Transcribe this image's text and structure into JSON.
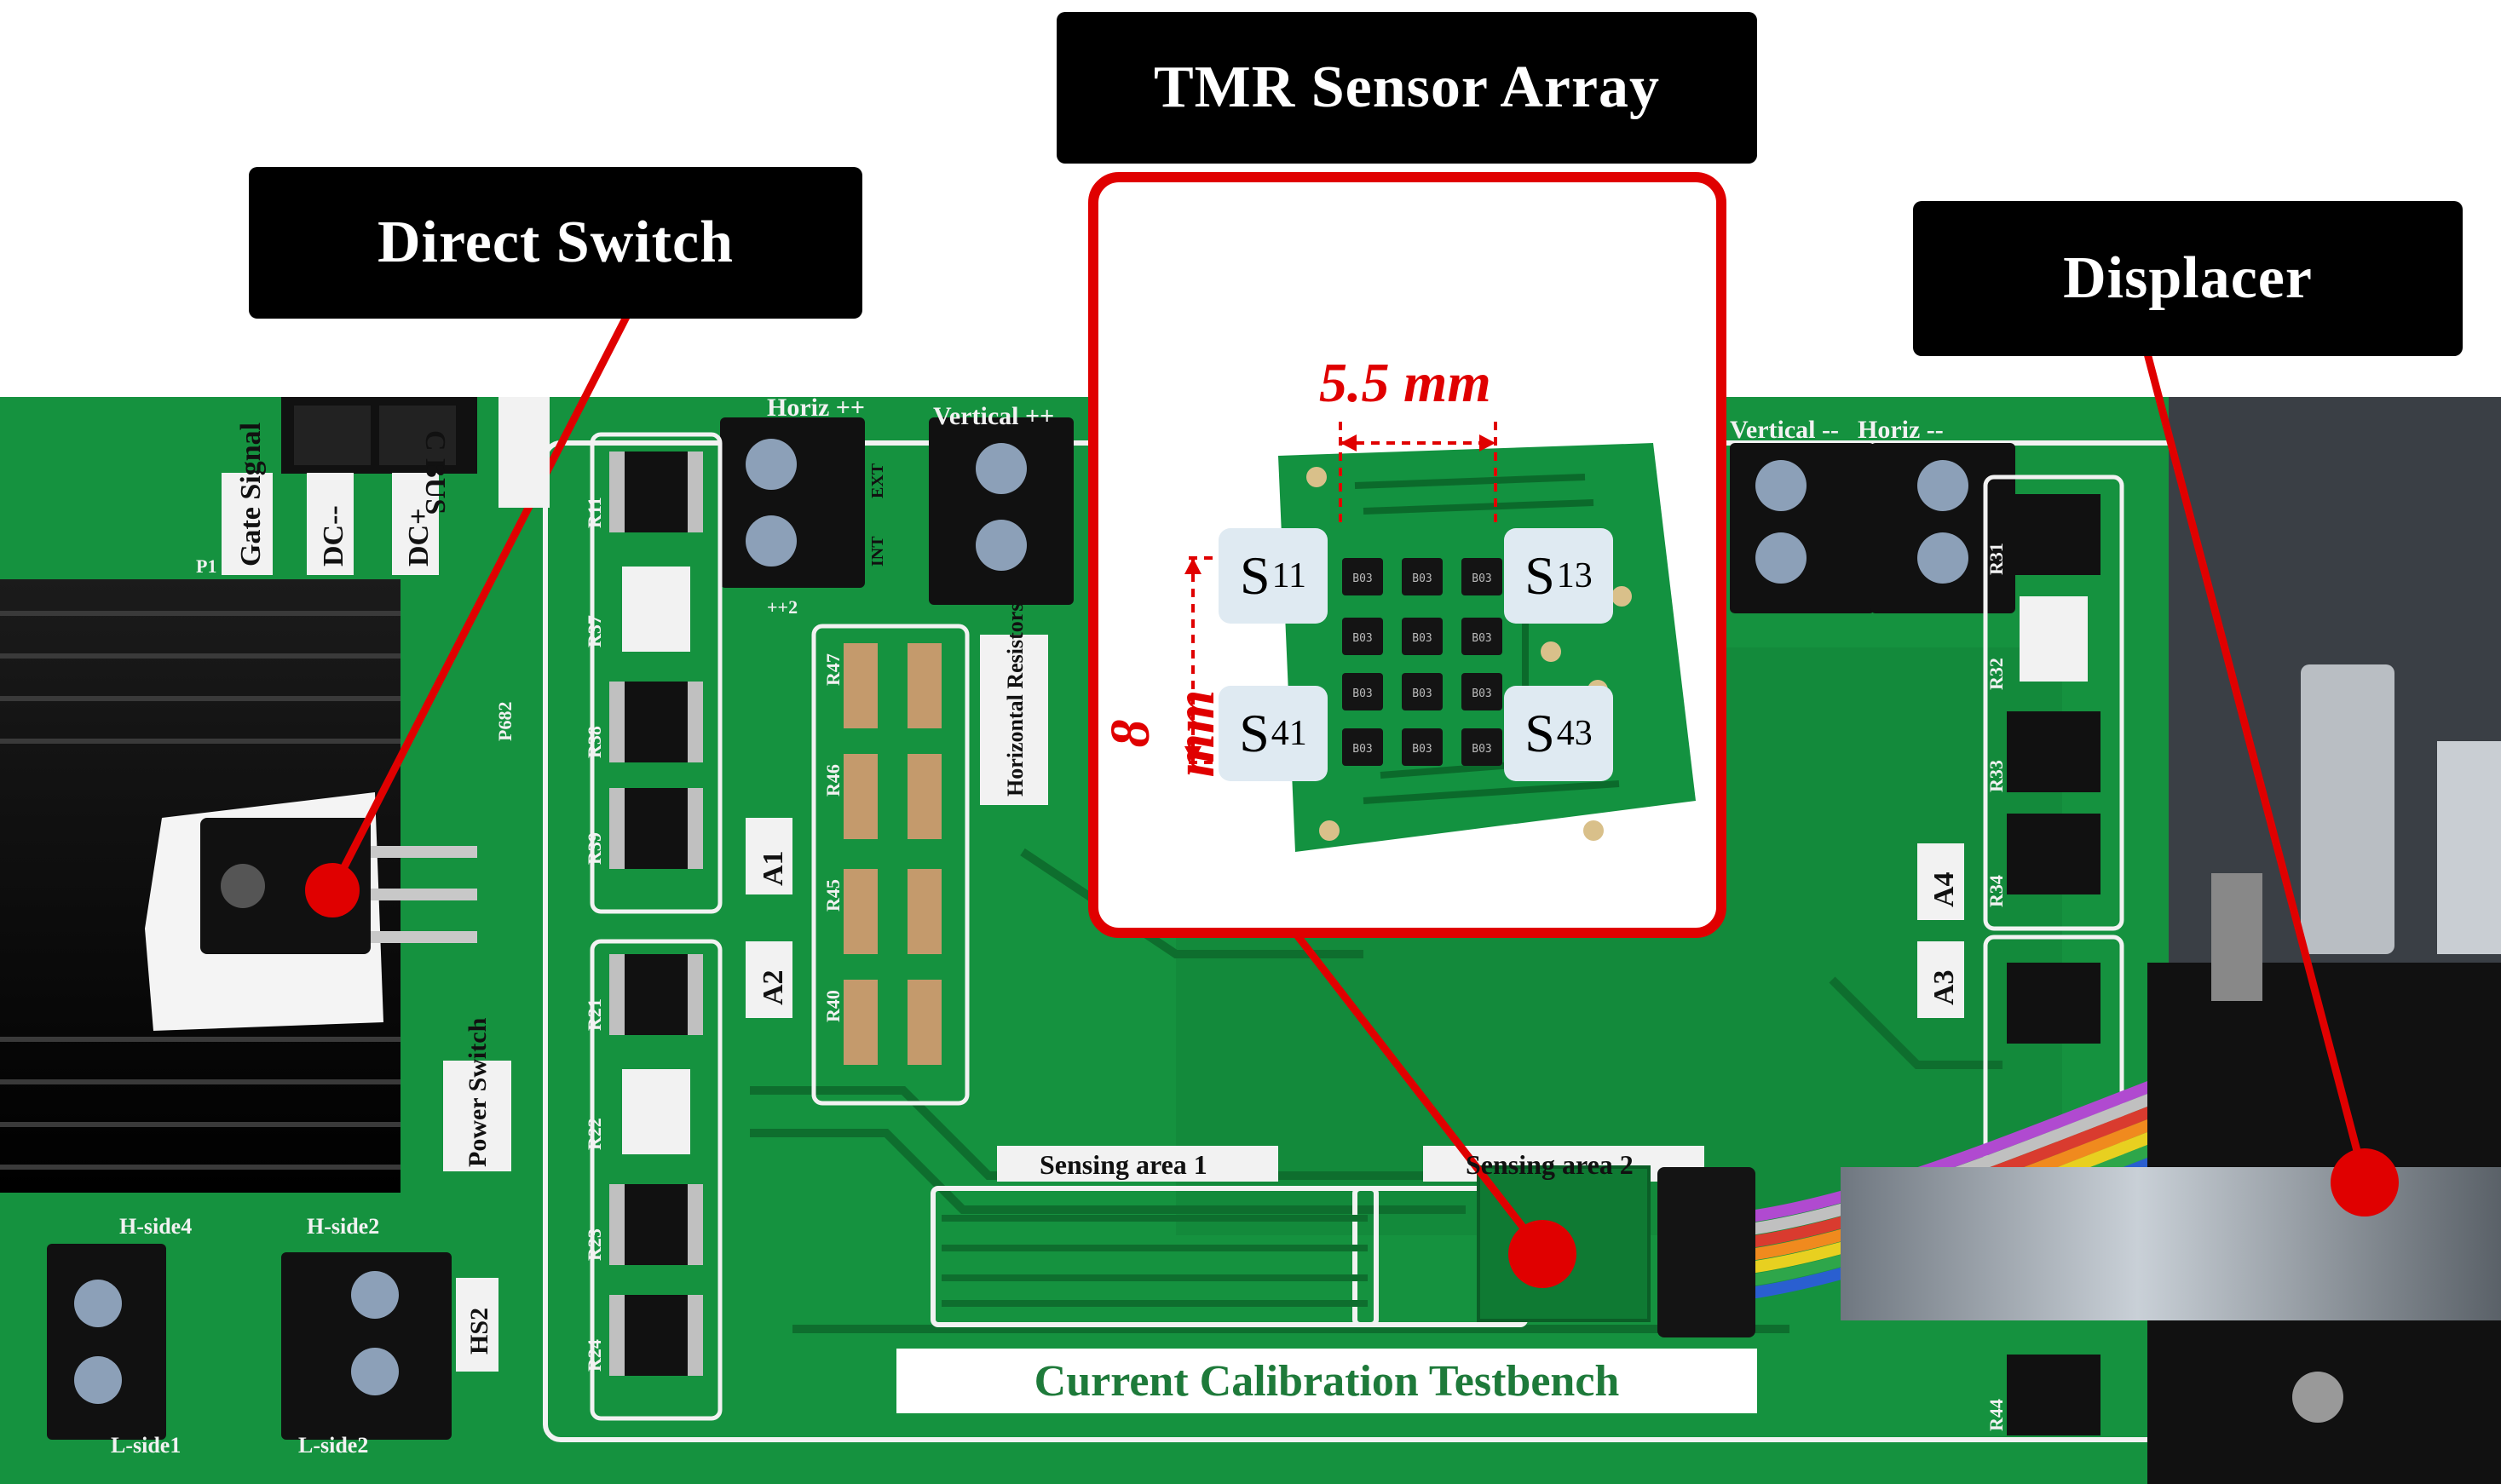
{
  "callouts": {
    "direct_switch": "Direct Switch",
    "tmr_sensor_array": "TMR Sensor Array",
    "displacer": "Displacer"
  },
  "inset": {
    "sensor_labels": {
      "s11": {
        "main": "S",
        "sub": "11"
      },
      "s13": {
        "main": "S",
        "sub": "13"
      },
      "s41": {
        "main": "S",
        "sub": "41"
      },
      "s43": {
        "main": "S",
        "sub": "43"
      }
    },
    "dim_horizontal": "5.5 mm",
    "dim_vertical": "8 mm",
    "chip_marking": "B03"
  },
  "board": {
    "title_banner": "Current Calibration Testbench",
    "silk": {
      "horiz_pp": "Horiz ++",
      "vertical_pp": "Vertical ++",
      "vertical_mm": "Vertical --",
      "horiz_mm": "Horiz --",
      "gate_signal": "Gate Signal",
      "dc_minus": "DC--",
      "dc_plus": "DC+",
      "dc_bus": "C BUS",
      "power_switch": "Power Switch",
      "horizontal_resistors": "Horizontal Resistors",
      "sensing_area_1": "Sensing area 1",
      "sensing_area_2": "Sensing area 2",
      "a1": "A1",
      "a2": "A2",
      "a3": "A3",
      "a4": "A4",
      "hs2": "HS2",
      "h_side4": "H-side4",
      "h_side2": "H-side2",
      "l_side1": "L-side1",
      "l_side2": "L-side2",
      "p1": "P1",
      "p682": "P682",
      "r11": "R11",
      "r37": "R37",
      "r38": "R38",
      "r39": "R39",
      "r21": "R21",
      "r22": "R22",
      "r23": "R23",
      "r24": "R24",
      "r47": "R47",
      "r46": "R46",
      "r45": "R45",
      "r40": "R40",
      "r31": "R31",
      "r32": "R32",
      "r33": "R33",
      "r34": "R34",
      "r44": "R44",
      "ext": "EXT",
      "int": "INT",
      "pp2": "++2"
    }
  },
  "colors": {
    "pcb_green": "#15923f",
    "pcb_dark": "#0e6e2e",
    "silk_white": "#f2f2f2",
    "callout_bg": "#000000",
    "accent_red": "#e00000",
    "label_bg": "#dfeaf2",
    "banner_text": "#1e7a3a"
  }
}
